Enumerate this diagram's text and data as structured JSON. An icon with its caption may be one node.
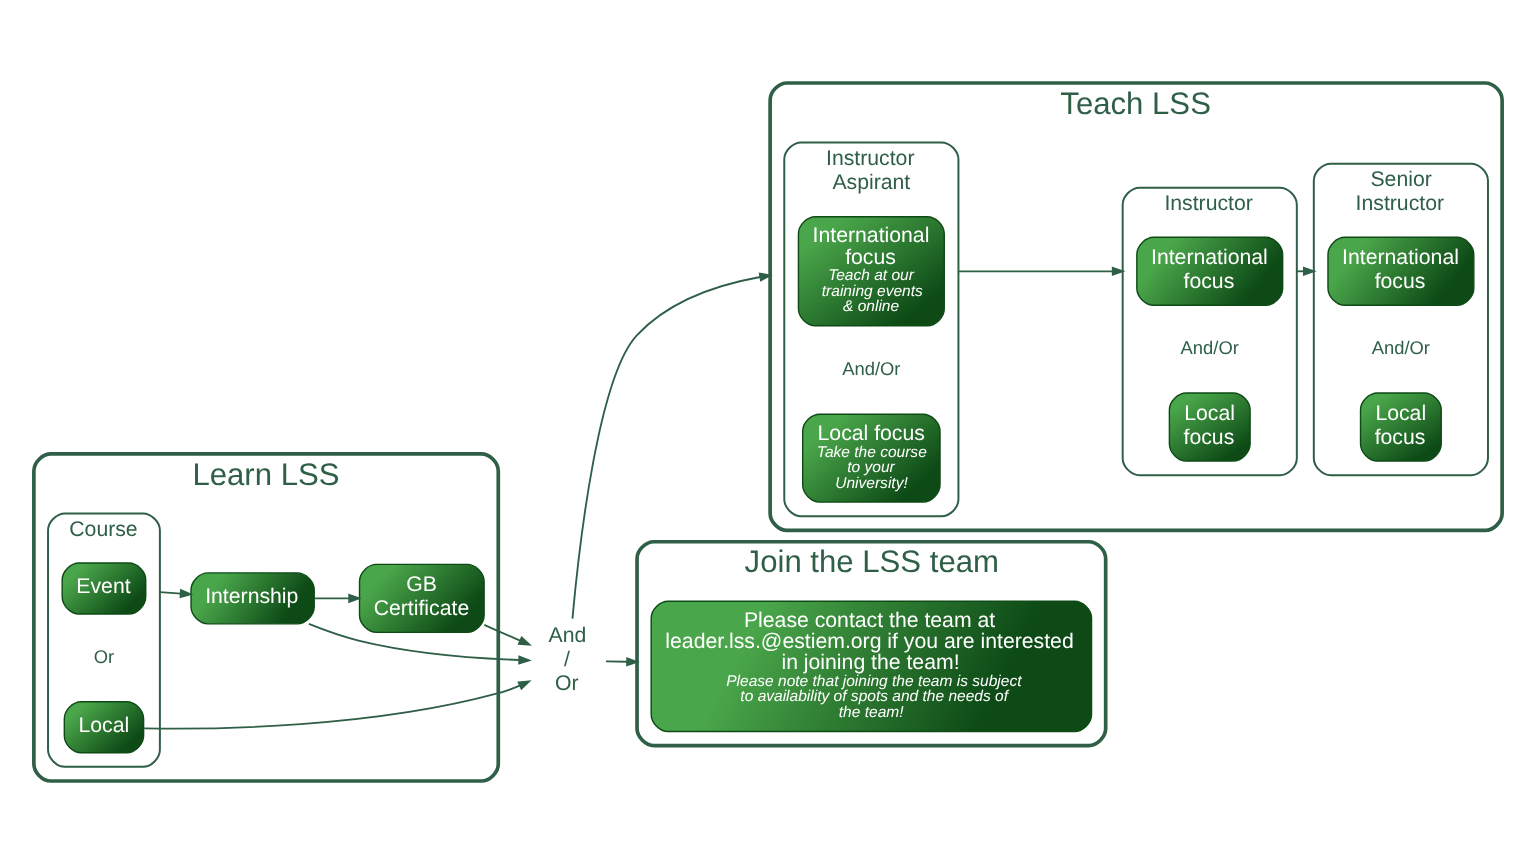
{
  "diagram": {
    "nodes": [
      {
        "text": [
          "Learn LSS"
        ]
      },
      {
        "text": [
          "Course"
        ],
        "in": 0
      },
      {
        "text": [
          "Event"
        ],
        "in": 1
      },
      {
        "text": [
          "Local"
        ],
        "in": 1
      },
      {
        "text": [
          "Internship"
        ],
        "in": 0
      },
      {
        "text": [
          "GB Certificate"
        ],
        "in": 0
      },
      {
        "text": [
          "And / Or"
        ]
      },
      {
        "text": [
          "Teach LSS"
        ]
      },
      {
        "text": [
          "Instructor Aspirant"
        ],
        "in": 7
      },
      {
        "text": [
          "International focus",
          "Teach at our training events & online"
        ],
        "in": 8
      },
      {
        "text": [
          "Local focus",
          "Take the course to your University!"
        ],
        "in": 8
      },
      {
        "text": [
          "Instructor"
        ],
        "in": 7
      },
      {
        "text": [
          "International focus"
        ],
        "in": 11
      },
      {
        "text": [
          "Local focus"
        ],
        "in": 11
      },
      {
        "text": [
          "Senior Instructor"
        ],
        "in": 7
      },
      {
        "text": [
          "International focus"
        ],
        "in": 14
      },
      {
        "text": [
          "Local focus"
        ],
        "in": 14
      },
      {
        "text": [
          "Join the LSS team"
        ]
      },
      {
        "text": [
          "Please contact the team at leader.lss.@estiem.org if you are interested in joining the team!",
          "Please note that joining the team is subject to availability of spots and the needs of the team!"
        ],
        "in": 17
      }
    ],
    "edges": [
      {
        "from": 1,
        "to": 4,
        "arrow": "to"
      },
      {
        "from": 4,
        "to": 5,
        "arrow": "to"
      },
      {
        "from": 5,
        "to": 6,
        "arrow": "to"
      },
      {
        "from": 4,
        "to": 6,
        "arrow": "to"
      },
      {
        "from": 3,
        "to": 6,
        "arrow": "to"
      },
      {
        "from": 6,
        "to": 7,
        "arrow": "to"
      },
      {
        "from": 6,
        "to": 17,
        "arrow": "to"
      },
      {
        "from": 8,
        "to": 11,
        "arrow": "to"
      },
      {
        "from": 11,
        "to": 14,
        "arrow": "to"
      }
    ],
    "labels": [
      "Or",
      "And/Or",
      "And/Or",
      "And/Or"
    ]
  }
}
